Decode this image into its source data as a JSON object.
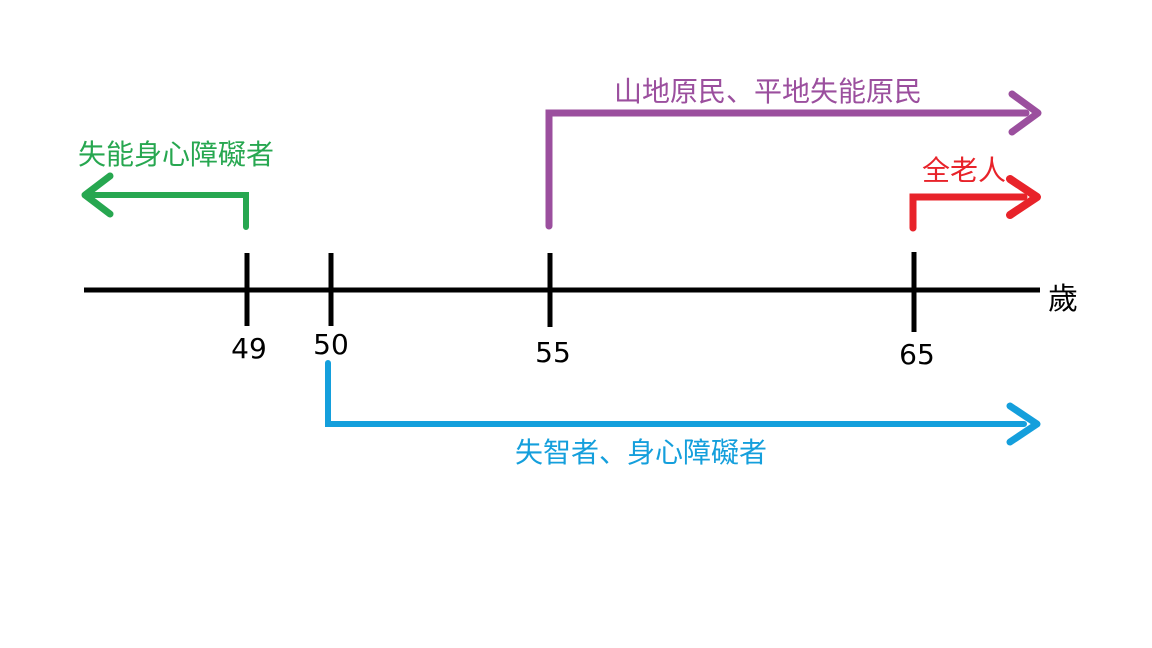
{
  "diagram": {
    "title_hint": "age-eligibility-timeline",
    "axis": {
      "unit_label": "歲",
      "axis_color": "#000000",
      "ticks": [
        {
          "value": "49"
        },
        {
          "value": "50"
        },
        {
          "value": "55"
        },
        {
          "value": "65"
        }
      ]
    },
    "ranges": [
      {
        "id": "disabled-impaired",
        "label": "失能身心障礙者",
        "color": "#27a750",
        "from_age": 49,
        "direction": "left"
      },
      {
        "id": "indigenous",
        "label": "山地原民、平地失能原民",
        "color": "#9b4f9e",
        "from_age": 55,
        "direction": "right"
      },
      {
        "id": "all-elderly",
        "label": "全老人",
        "color": "#e8232a",
        "from_age": 65,
        "direction": "right"
      },
      {
        "id": "dementia-disabled",
        "label": "失智者、身心障礙者",
        "color": "#149fdc",
        "from_age": 50,
        "direction": "right"
      }
    ]
  }
}
